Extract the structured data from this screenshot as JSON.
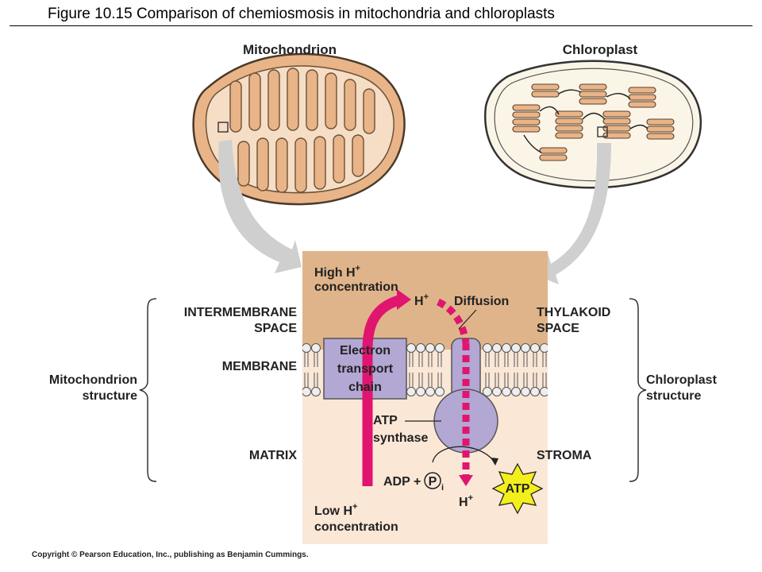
{
  "figure": {
    "title": "Figure 10.15  Comparison of chemiosmosis in mitochondria and chloroplasts",
    "copyright": "Copyright © Pearson Education, Inc., publishing as Benjamin Cummings."
  },
  "organelles": {
    "mitochondrion_title": "Mitochondrion",
    "chloroplast_title": "Chloroplast"
  },
  "left_labels": {
    "intermembrane_1": "INTERMEMBRANE",
    "intermembrane_2": "SPACE",
    "membrane": "MEMBRANE",
    "matrix": "MATRIX",
    "structure_1": "Mitochondrion",
    "structure_2": "structure"
  },
  "right_labels": {
    "thylakoid_1": "THYLAKOID",
    "thylakoid_2": "SPACE",
    "stroma": "STROMA",
    "structure_1": "Chloroplast",
    "structure_2": "structure"
  },
  "panel": {
    "high_h_1": "High H",
    "high_h_2": "concentration",
    "low_h_1": "Low H",
    "low_h_2": "concentration",
    "plus": "+",
    "h": "H",
    "diffusion": "Diffusion",
    "etc_1": "Electron",
    "etc_2": "transport",
    "etc_3": "chain",
    "atp_synthase_1": "ATP",
    "atp_synthase_2": "synthase",
    "adp_plus": "ADP +",
    "p": "P",
    "i": "i",
    "atp": "ATP"
  },
  "colors": {
    "outer_compartment": "#e0b48a",
    "inner_compartment": "#fae7d6",
    "mitochondrion_fill": "#e9b488",
    "protein": "#b3a7d4",
    "proton_flow": "#e0156f",
    "atp_burst": "#f3ef1c",
    "guide_arrow": "#cfcfcf"
  }
}
